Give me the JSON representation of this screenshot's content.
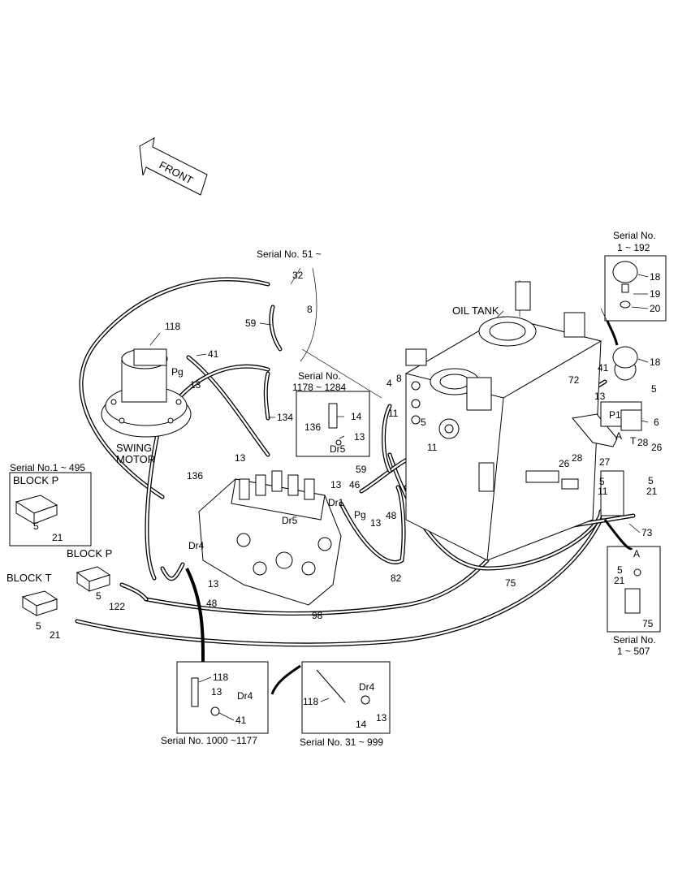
{
  "header": {
    "front_label": "FRONT"
  },
  "components": {
    "oil_tank": "OIL TANK",
    "swing_motor": [
      "SWING",
      "MOTOR"
    ],
    "block_p_1": "BLOCK P",
    "block_p_2": "BLOCK P",
    "block_t": "BLOCK T"
  },
  "serials": {
    "s_51": "Serial No. 51 ~",
    "s_1_192": [
      "Serial No.",
      "1 ~ 192"
    ],
    "s_1178_1284": [
      "Serial No.",
      "1178 ~ 1284"
    ],
    "s_1_495": "Serial No.1 ~ 495",
    "s_1_507": [
      "Serial No.",
      "1 ~ 507"
    ],
    "s_1000_1177": "Serial No. 1000 ~1177",
    "s_31_999": "Serial No. 31 ~ 999"
  },
  "callouts": {
    "c32": "32",
    "c8a": "8",
    "c59a": "59",
    "c118a": "118",
    "c41a": "41",
    "cPg1": "Pg",
    "c13a": "13",
    "c134": "134",
    "c136a": "136",
    "c14a": "14",
    "c13b": "13",
    "cDr5a": "Dr5",
    "c136b": "136",
    "c4": "4",
    "c8b": "8",
    "c11a": "11",
    "c5a": "5",
    "c11b": "11",
    "c13c": "13",
    "c59b": "59",
    "c13d": "13",
    "c46": "46",
    "cDr1": "Dr1",
    "cDr5b": "Dr5",
    "cPg2": "Pg",
    "c13e": "13",
    "c48a": "48",
    "cDr4a": "Dr4",
    "c13f": "13",
    "c48b": "48",
    "c82": "82",
    "c75a": "75",
    "c98": "98",
    "c18a": "18",
    "c19": "19",
    "c20": "20",
    "c18b": "18",
    "c41b": "41",
    "c13g": "13",
    "c5b": "5",
    "c72": "72",
    "cP1": "P1",
    "c6": "6",
    "cA1": "A",
    "cT": "T",
    "c28a": "28",
    "c26a": "26",
    "c28b": "28",
    "c26b": "26",
    "c27": "27",
    "c5c": "5",
    "c5d": "5",
    "c11c": "11",
    "c21a": "21",
    "c73": "73",
    "cA2": "A",
    "c5e": "5",
    "c21b": "21",
    "c75b": "75",
    "c5f": "5",
    "c21c": "21",
    "c5g": "5",
    "c122": "122",
    "c5h": "5",
    "c21d": "21",
    "c118b": "118",
    "c13h": "13",
    "cDr4b": "Dr4",
    "c41c": "41",
    "c118c": "118",
    "cDr4c": "Dr4",
    "c14b": "14",
    "c13i": "13"
  }
}
